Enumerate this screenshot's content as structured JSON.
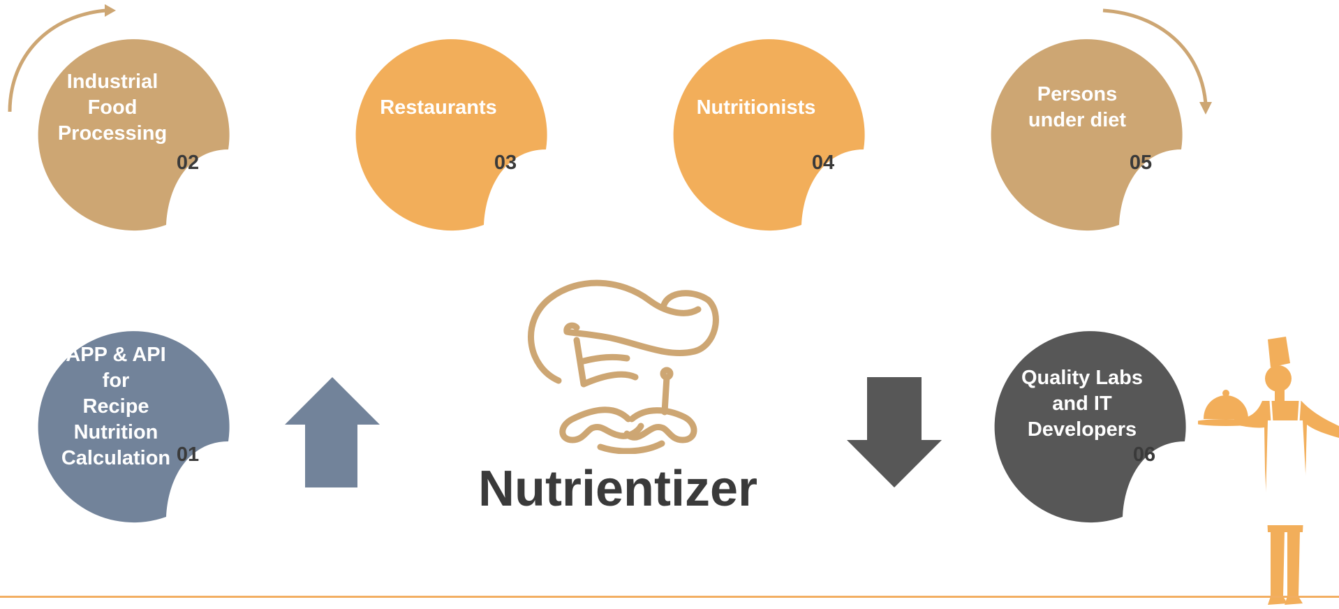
{
  "brand": {
    "title": "Nutrientizer"
  },
  "colors": {
    "tan": "#cda673",
    "orange": "#f2ae5a",
    "slate": "#72839a",
    "dark": "#575757",
    "text_dark": "#3a3a3a",
    "white": "#ffffff",
    "line": "#f2ae62"
  },
  "nodes": [
    {
      "id": "01",
      "number": "01",
      "label_lines": [
        "APP & API for",
        "Recipe",
        "Nutrition",
        "Calculation"
      ],
      "color": "#72839a"
    },
    {
      "id": "02",
      "number": "02",
      "label_lines": [
        "Industrial",
        "Food",
        "Processing"
      ],
      "color": "#cda673"
    },
    {
      "id": "03",
      "number": "03",
      "label_lines": [
        "Restaurants"
      ],
      "color": "#f2ae5a"
    },
    {
      "id": "04",
      "number": "04",
      "label_lines": [
        "Nutritionists"
      ],
      "color": "#f2ae5a"
    },
    {
      "id": "05",
      "number": "05",
      "label_lines": [
        "Persons",
        "under diet"
      ],
      "color": "#cda673"
    },
    {
      "id": "06",
      "number": "06",
      "label_lines": [
        "Quality Labs",
        "and IT",
        "Developers"
      ],
      "color": "#575757"
    }
  ],
  "icons": {
    "up_arrow": "up-arrow-icon",
    "down_arrow": "down-arrow-icon",
    "chef_hat": "chef-hat-icon",
    "waiter": "waiter-silhouette-icon",
    "curved_arrow_left": "curved-arrow-icon",
    "curved_arrow_right": "curved-arrow-icon"
  }
}
